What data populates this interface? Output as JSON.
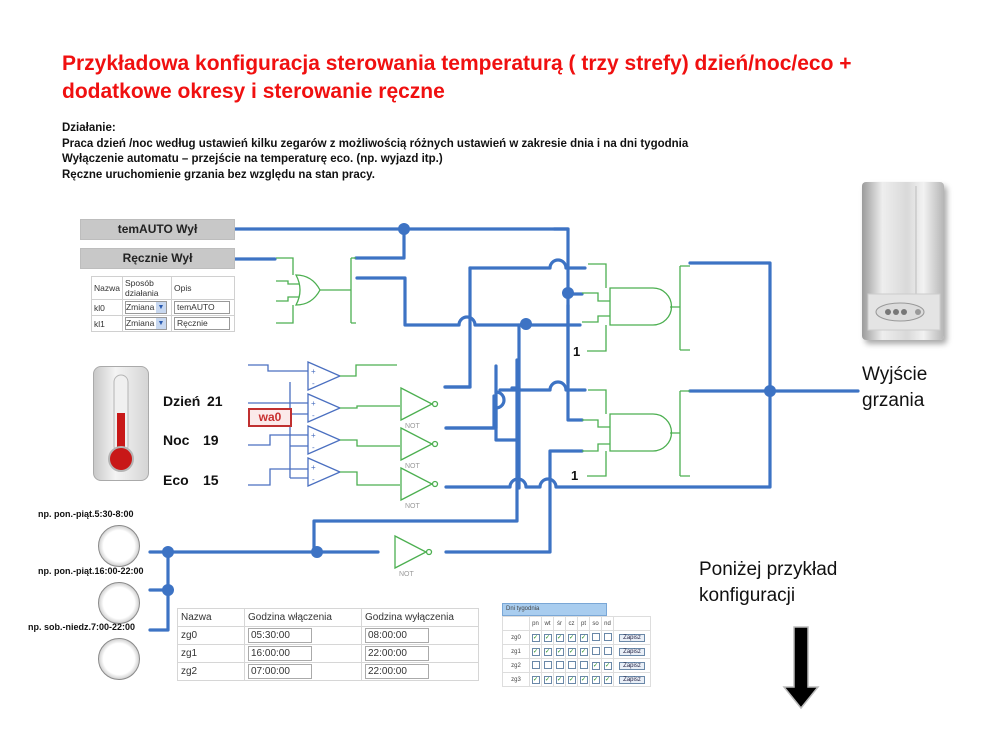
{
  "title": {
    "line1": "Przykładowa konfiguracja sterowania temperaturą ( trzy strefy) dzień/noc/eco +",
    "line2": "dodatkowe okresy i sterowanie ręczne"
  },
  "description": {
    "heading": "Działanie:",
    "lines": [
      "Praca dzień /noc według ustawień  kilku zegarów z możliwością różnych ustawień w zakresie dnia i na dni tygodnia",
      "Wyłączenie automatu – przejście na temperaturę eco. (np. wyjazd itp.)",
      "Ręczne uruchomienie grzania bez względu na stan pracy."
    ]
  },
  "buttons": {
    "auto": "temAUTO Wył",
    "manual": "Ręcznie Wył"
  },
  "key_table": {
    "headers": [
      "Nazwa",
      "Sposób działania",
      "Opis"
    ],
    "rows": [
      {
        "name": "kl0",
        "mode": "Zmiana",
        "desc": "temAUTO"
      },
      {
        "name": "kl1",
        "mode": "Zmiana",
        "desc": "Ręcznie"
      }
    ]
  },
  "temperatures": [
    {
      "label": "Dzień",
      "value": "21"
    },
    {
      "label": "Noc",
      "value": "19"
    },
    {
      "label": "Eco",
      "value": "15"
    }
  ],
  "sensor_label": "wa0",
  "gate_labels": {
    "not": "NOT"
  },
  "constants": {
    "and1_input": "1",
    "and2_input": "1"
  },
  "clocks": [
    {
      "label": "np. pon.-piąt.5:30-8:00"
    },
    {
      "label": "np. pon.-piąt.16:00-22:00"
    },
    {
      "label": "np. sob.-niedz.7:00-22:00"
    }
  ],
  "schedule_table": {
    "headers": [
      "Nazwa",
      "Godzina włączenia",
      "Godzina wyłączenia"
    ],
    "rows": [
      {
        "name": "zg0",
        "on": "05:30:00",
        "off": "08:00:00"
      },
      {
        "name": "zg1",
        "on": "16:00:00",
        "off": "22:00:00"
      },
      {
        "name": "zg2",
        "on": "07:00:00",
        "off": "22:00:00"
      }
    ]
  },
  "days_table": {
    "title": "Dni tygodnia",
    "days": [
      "pn",
      "wt",
      "śr",
      "cz",
      "pt",
      "so",
      "nd"
    ],
    "save_label": "Zapisz",
    "rows": [
      {
        "name": "zg0",
        "checked": [
          true,
          true,
          true,
          true,
          true,
          false,
          false
        ]
      },
      {
        "name": "zg1",
        "checked": [
          true,
          true,
          true,
          true,
          true,
          false,
          false
        ]
      },
      {
        "name": "zg2",
        "checked": [
          false,
          false,
          false,
          false,
          false,
          true,
          true
        ]
      },
      {
        "name": "zg3",
        "checked": [
          true,
          true,
          true,
          true,
          true,
          true,
          true
        ]
      }
    ]
  },
  "output": {
    "line1": "Wyjście",
    "line2": "grzania"
  },
  "below_note": {
    "line1": "Poniżej przykład",
    "line2": "konfiguracji"
  },
  "colors": {
    "title": "#f01010",
    "wire": "#3d73c4",
    "gate": "#4caf50",
    "comparator": "#4a6fc0",
    "sensor": "#c83030"
  }
}
